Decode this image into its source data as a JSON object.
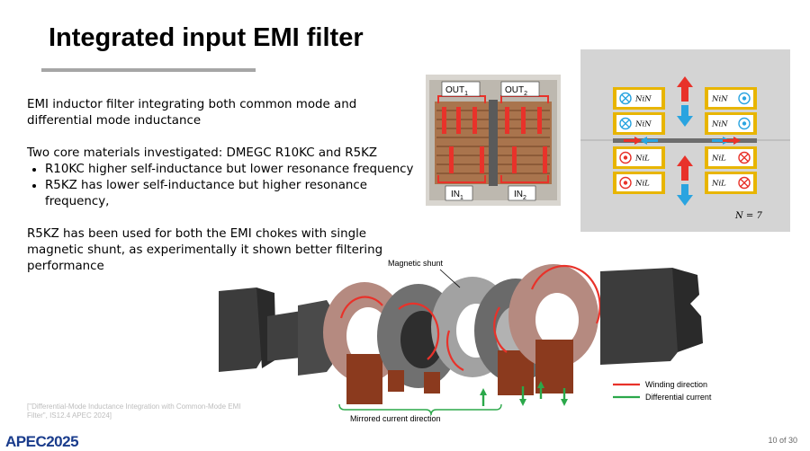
{
  "slide": {
    "title": "Integrated input EMI filter",
    "intro": "EMI inductor filter integrating both common mode and differential mode inductance",
    "materials_heading": "Two core materials investigated: DMEGC R10KC and R5KZ",
    "bullets": [
      "R10KC higher self-inductance but lower resonance frequency",
      "R5KZ has lower self-inductance but higher resonance frequency,"
    ],
    "conclusion": "R5KZ has been used for both the EMI chokes with single magnetic shunt, as experimentally it shown better filtering performance",
    "citation": "[\"Differential-Mode Inductance Integration with Common-Mode EMI Filter\", IS12.4 APEC 2024]",
    "logo": "APEC2025",
    "page": "10 of 30"
  },
  "photo": {
    "out1": "OUT",
    "out1_sub": "1",
    "out2": "OUT",
    "out2_sub": "2",
    "in1": "IN",
    "in1_sub": "1",
    "in2": "IN",
    "in2_sub": "2"
  },
  "schematic": {
    "left_labels": [
      "NiN",
      "NiN",
      "NiL",
      "NiL"
    ],
    "right_labels": [
      "NiN",
      "NiN",
      "NiL",
      "NiL"
    ],
    "n_label": "N = 7"
  },
  "exploded": {
    "shunt_label": "Magnetic shunt",
    "mirrored_label": "Mirrored current direction",
    "legend_winding": "Winding direction",
    "legend_differential": "Differential current"
  },
  "colors": {
    "winding": "#e8322a",
    "differential": "#2ba84a",
    "coil_gold": "#e8b500",
    "arrow_blue": "#2aa4e0",
    "copper": "#8b3a1e",
    "logo": "#1a3c8c"
  }
}
